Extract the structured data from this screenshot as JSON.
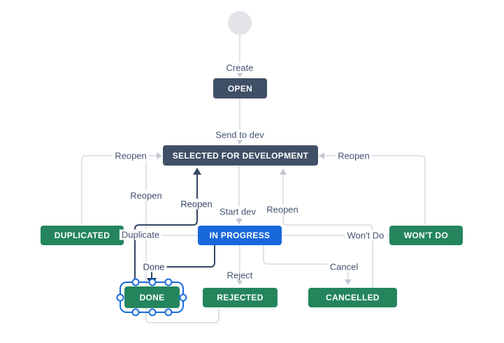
{
  "workflow": {
    "start_node": {
      "name": "initial-node"
    },
    "statuses": [
      {
        "id": "open",
        "label": "OPEN",
        "category": "todo"
      },
      {
        "id": "selected",
        "label": "SELECTED FOR DEVELOPMENT",
        "category": "todo"
      },
      {
        "id": "in-progress",
        "label": "IN PROGRESS",
        "category": "in-progress"
      },
      {
        "id": "duplicated",
        "label": "DUPLICATED",
        "category": "done"
      },
      {
        "id": "wont-do",
        "label": "WON'T DO",
        "category": "done"
      },
      {
        "id": "done",
        "label": "DONE",
        "category": "done",
        "selected": true
      },
      {
        "id": "rejected",
        "label": "REJECTED",
        "category": "done"
      },
      {
        "id": "cancelled",
        "label": "CANCELLED",
        "category": "done"
      }
    ],
    "transitions": [
      {
        "label": "Create",
        "from": "start",
        "to": "open"
      },
      {
        "label": "Send to dev",
        "from": "open",
        "to": "selected"
      },
      {
        "label": "Start dev",
        "from": "selected",
        "to": "in-progress"
      },
      {
        "label": "Reopen",
        "from": "duplicated",
        "to": "selected"
      },
      {
        "label": "Reopen",
        "from": "rejected",
        "to": "selected"
      },
      {
        "label": "Reopen",
        "from": "done",
        "to": "selected",
        "highlighted": true
      },
      {
        "label": "Reopen",
        "from": "cancelled",
        "to": "selected"
      },
      {
        "label": "Reopen",
        "from": "wont-do",
        "to": "selected"
      },
      {
        "label": "Duplicate",
        "from": "in-progress",
        "to": "duplicated"
      },
      {
        "label": "Won't Do",
        "from": "in-progress",
        "to": "wont-do"
      },
      {
        "label": "Done",
        "from": "in-progress",
        "to": "done",
        "highlighted": true
      },
      {
        "label": "Reject",
        "from": "in-progress",
        "to": "rejected"
      },
      {
        "label": "Cancel",
        "from": "in-progress",
        "to": "cancelled"
      }
    ],
    "colors": {
      "status_todo": "#3F5066",
      "status_in_progress": "#1868DB",
      "status_done": "#24855D",
      "edge_light": "#D9DCE2",
      "edge_highlight": "#344563",
      "selection": "#1B6BDC",
      "label_text": "#44546F",
      "start_node_fill": "#E2E4E9"
    }
  }
}
